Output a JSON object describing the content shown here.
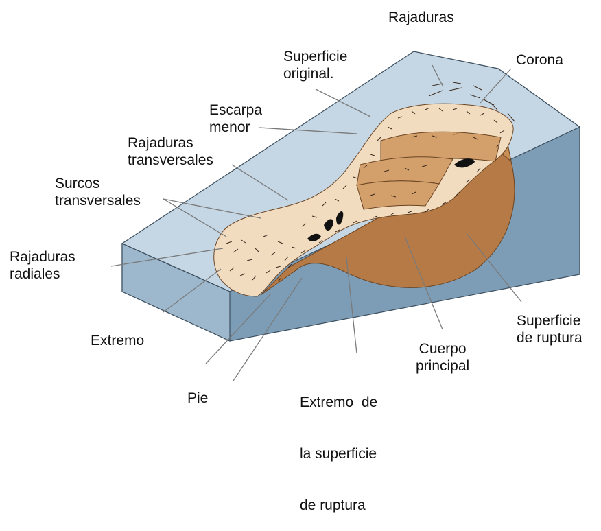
{
  "colors": {
    "slope_top": "#c5d6e4",
    "slope_side_light": "#9db8cd",
    "slope_side_dark": "#7d9db6",
    "slope_outline": "#3d4f5e",
    "displaced_mass": "#f1dcc0",
    "rupture_surface": "#b57a45",
    "rupture_surface_light": "#c88f57",
    "blocks": "#d3a06c",
    "hachure": "#3b2a1c",
    "leader_lines": "#7a7a7a"
  },
  "labels": {
    "rajaduras_top": "Rajaduras",
    "corona": "Corona",
    "superficie_original": [
      "Superficie",
      "original."
    ],
    "escarpa_menor": [
      "Escarpa",
      "menor"
    ],
    "rajaduras_transversales": [
      "Rajaduras",
      "transversales"
    ],
    "surcos_transversales": [
      "Surcos",
      "transversales"
    ],
    "rajaduras_radiales": [
      "Rajaduras",
      "radiales"
    ],
    "extremo": "Extremo",
    "pie": "Pie",
    "extremo_superficie": [
      "Extremo  de",
      "la superficie",
      "de ruptura"
    ],
    "cuerpo_principal": [
      "Cuerpo",
      "principal"
    ],
    "superficie_ruptura": [
      "Superficie",
      "de ruptura"
    ]
  }
}
